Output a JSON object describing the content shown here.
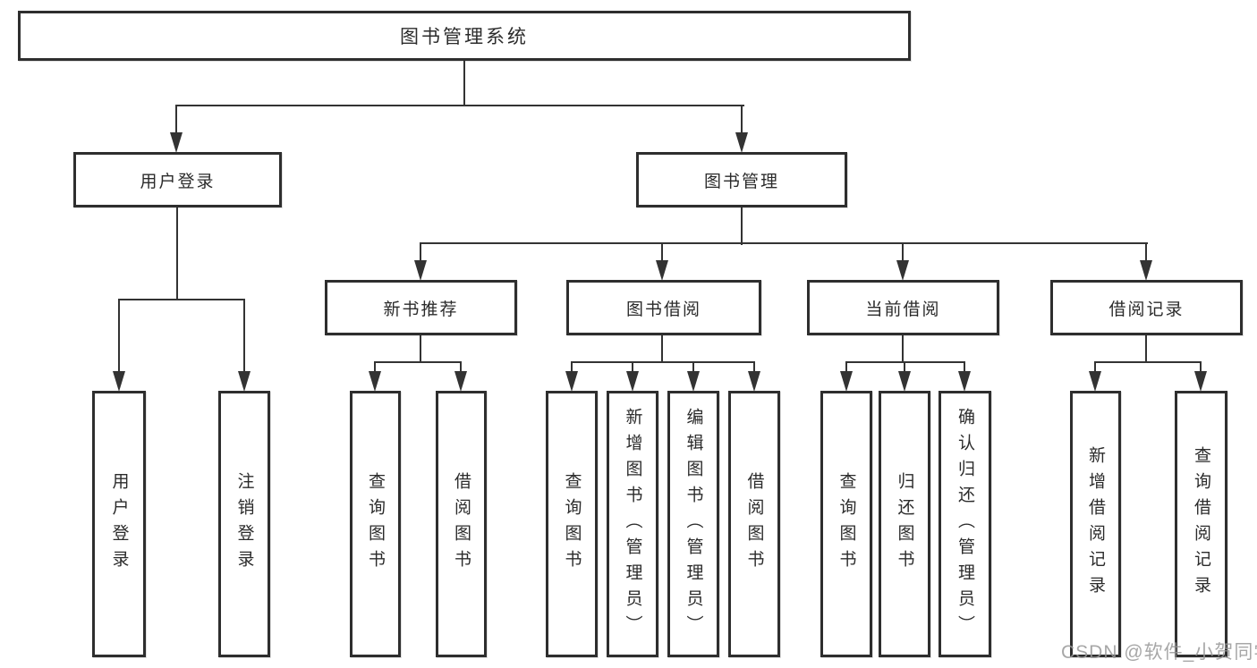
{
  "diagram": {
    "root": {
      "label": "图书管理系统"
    },
    "user_login_branch": {
      "label": "用户登录",
      "children": [
        {
          "label": "用户登录"
        },
        {
          "label": "注销登录"
        }
      ]
    },
    "book_mgmt_branch": {
      "label": "图书管理",
      "sections": [
        {
          "label": "新书推荐",
          "children": [
            {
              "label": "查询图书"
            },
            {
              "label": "借阅图书"
            }
          ]
        },
        {
          "label": "图书借阅",
          "children": [
            {
              "label": "查询图书"
            },
            {
              "label": "新增图书（管理员）"
            },
            {
              "label": "编辑图书（管理员）"
            },
            {
              "label": "借阅图书"
            }
          ]
        },
        {
          "label": "当前借阅",
          "children": [
            {
              "label": "查询图书"
            },
            {
              "label": "归还图书"
            },
            {
              "label": "确认归还（管理员）"
            }
          ]
        },
        {
          "label": "借阅记录",
          "children": [
            {
              "label": "新增借阅记录"
            },
            {
              "label": "查询借阅记录"
            }
          ]
        }
      ]
    },
    "watermark": {
      "text": "CSDN @软件_小贺同学"
    },
    "colors": {
      "line": "#333333",
      "box_border": "#2e2e2e",
      "box_fill": "#ffffff",
      "text": "#2b2b2b",
      "watermark": "#989898"
    }
  }
}
